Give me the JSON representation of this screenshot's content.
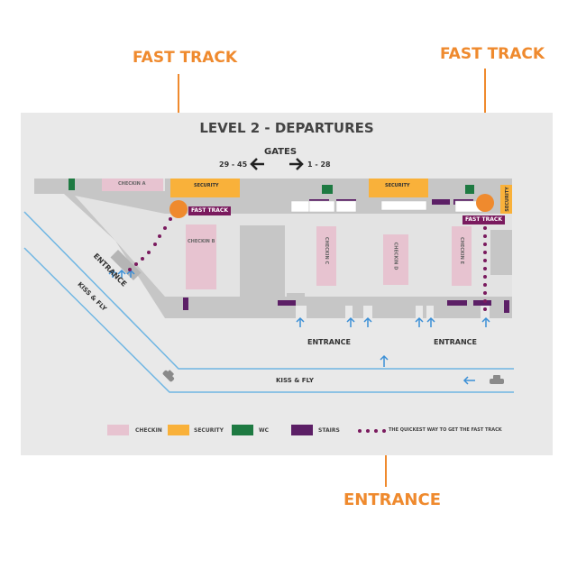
{
  "callouts": {
    "fast_track_left": "FAST TRACK",
    "fast_track_right": "FAST TRACK",
    "entrance": "ENTRANCE"
  },
  "map": {
    "title": "LEVEL 2 - DEPARTURES",
    "gates": {
      "title": "GATES",
      "left_range": "29 - 45",
      "right_range": "1 - 28"
    },
    "checkins": [
      "CHECKIN A",
      "CHECKIN B",
      "CHECKIN C",
      "CHECKIN D",
      "CHECKIN E"
    ],
    "security": [
      "SECURITY",
      "SECURITY",
      "SECURITY"
    ],
    "fast_track_tags": [
      "FAST TRACK",
      "FAST TRACK"
    ],
    "entrances": [
      "ENTRANCE",
      "ENTRANCE",
      "ENTRANCE"
    ],
    "kiss_and_fly": [
      "KISS & FLY",
      "KISS & FLY"
    ]
  },
  "legend": [
    {
      "label": "CHECKIN",
      "color": "#e7c3d0"
    },
    {
      "label": "SECURITY",
      "color": "#f9b13a"
    },
    {
      "label": "WC",
      "color": "#1e7a42"
    },
    {
      "label": "STAIRS",
      "color": "#5c1f66"
    },
    {
      "label": "THE QUICKEST WAY TO GET THE FAST TRACK",
      "color": "#7a1a5e"
    }
  ],
  "colors": {
    "accent_orange": "#ef8a2e",
    "building_grey": "#c6c6c6",
    "road_blue": "#6fb6e3",
    "fast_track_purple": "#7a1a5e"
  },
  "icons": [
    "car-icon",
    "arrow-up-icon",
    "arrow-left-icon",
    "arrow-right-icon",
    "fast-track-pin-icon"
  ]
}
